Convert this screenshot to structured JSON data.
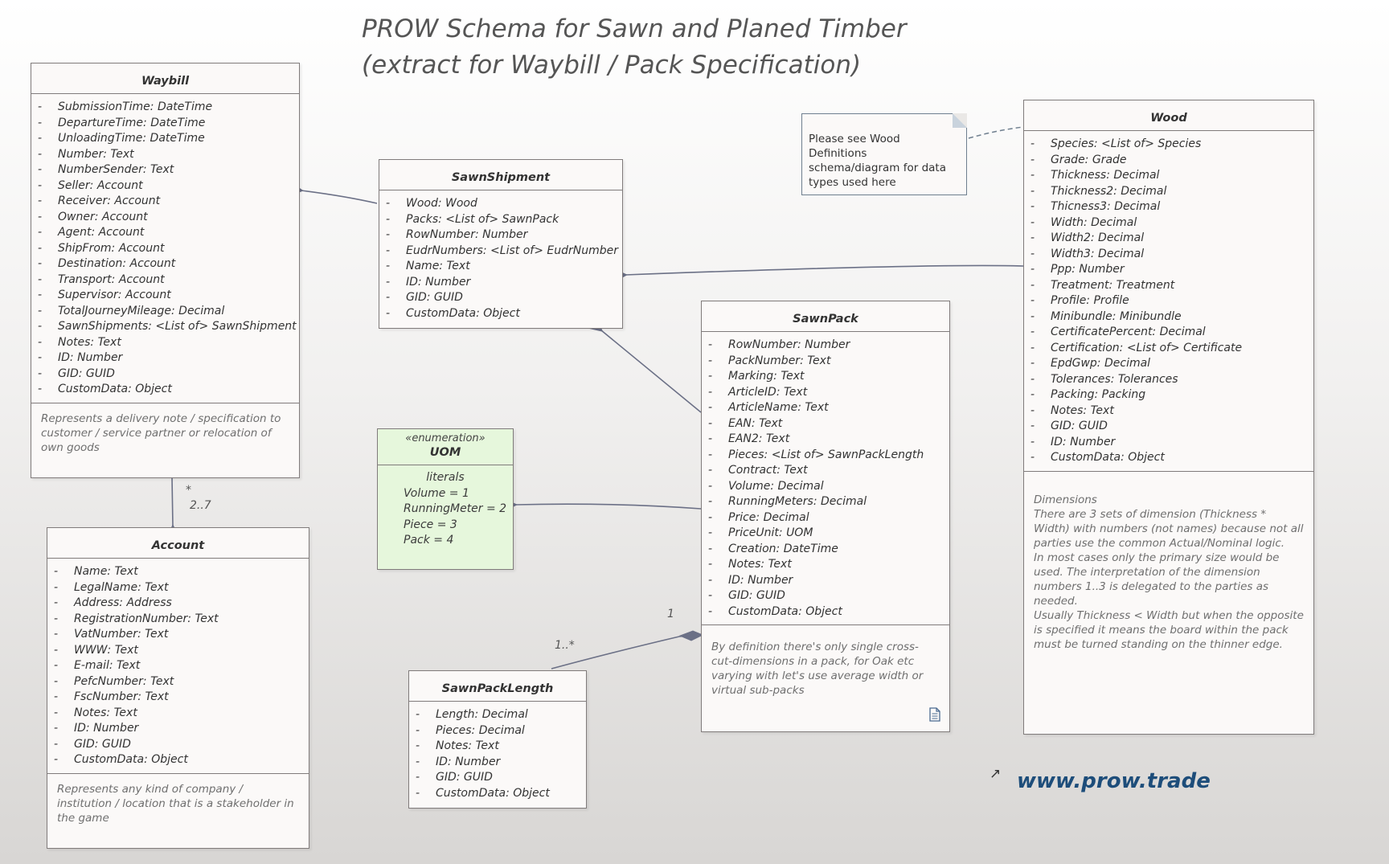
{
  "title": {
    "line1": "PROW Schema for Sawn and Planed Timber",
    "line2": "(extract for Waybill / Pack Specification)"
  },
  "waybill": {
    "name": "Waybill",
    "attributes": [
      "SubmissionTime: DateTime",
      "DepartureTime: DateTime",
      "UnloadingTime: DateTime",
      "Number: Text",
      "NumberSender: Text",
      "Seller: Account",
      "Receiver: Account",
      "Owner: Account",
      "Agent: Account",
      "ShipFrom: Account",
      "Destination: Account",
      "Transport: Account",
      "Supervisor: Account",
      "TotalJourneyMileage: Decimal",
      "SawnShipments: <List of> SawnShipment",
      "Notes: Text",
      "ID: Number",
      "GID: GUID",
      "CustomData: Object"
    ],
    "note": "Represents a delivery note / specification to customer / service partner or relocation of own goods"
  },
  "account": {
    "name": "Account",
    "attributes": [
      "Name: Text",
      "LegalName: Text",
      "Address: Address",
      "RegistrationNumber: Text",
      "VatNumber: Text",
      "WWW: Text",
      "E-mail: Text",
      "PefcNumber: Text",
      "FscNumber: Text",
      "Notes: Text",
      "ID: Number",
      "GID: GUID",
      "CustomData: Object"
    ],
    "note": "Represents any kind of company / institution / location that is a stakeholder in the game"
  },
  "sawnShipment": {
    "name": "SawnShipment",
    "attributes": [
      "Wood: Wood",
      "Packs: <List of> SawnPack",
      "RowNumber: Number",
      "EudrNumbers: <List of> EudrNumber",
      "Name: Text",
      "ID: Number",
      "GID: GUID",
      "CustomData: Object"
    ]
  },
  "uom": {
    "stereotype": "«enumeration»",
    "name": "UOM",
    "literals_header": "literals",
    "literals": [
      "Volume = 1",
      "RunningMeter = 2",
      "Piece = 3",
      "Pack = 4"
    ]
  },
  "sawnPack": {
    "name": "SawnPack",
    "attributes": [
      "RowNumber: Number",
      "PackNumber: Text",
      "Marking: Text",
      "ArticleID: Text",
      "ArticleName: Text",
      "EAN: Text",
      "EAN2: Text",
      "Pieces: <List of> SawnPackLength",
      "Contract: Text",
      "Volume: Decimal",
      "RunningMeters: Decimal",
      "Price: Decimal",
      "PriceUnit: UOM",
      "Creation: DateTime",
      "Notes: Text",
      "ID: Number",
      "GID: GUID",
      "CustomData: Object"
    ],
    "note": "By definition there's only single cross-cut-dimensions in a pack, for Oak etc varying with let's use average width or virtual sub-packs"
  },
  "sawnPackLength": {
    "name": "SawnPackLength",
    "attributes": [
      "Length: Decimal",
      "Pieces: Decimal",
      "Notes: Text",
      "ID: Number",
      "GID: GUID",
      "CustomData: Object"
    ]
  },
  "wood": {
    "name": "Wood",
    "attributes": [
      "Species: <List of> Species",
      "Grade: Grade",
      "Thickness: Decimal",
      "Thickness2: Decimal",
      "Thicness3: Decimal",
      "Width: Decimal",
      "Width2: Decimal",
      "Width3: Decimal",
      "Ppp: Number",
      "Treatment: Treatment",
      "Profile: Profile",
      "Minibundle: Minibundle",
      "CertificatePercent: Decimal",
      "Certification: <List of> Certificate",
      "EpdGwp: Decimal",
      "Tolerances: Tolerances",
      "Packing: Packing",
      "Notes: Text",
      "GID: GUID",
      "ID: Number",
      "CustomData: Object"
    ],
    "note": "Dimensions\nThere are 3 sets of dimension (Thickness * Width) with numbers (not names) because not all parties use the common Actual/Nominal logic.\nIn most cases only the primary size would be used. The interpretation of the dimension numbers 1..3 is delegated to the parties as needed.\nUsually Thickness < Width but when the opposite is specified it means the board within the pack must be turned standing on the thinner edge."
  },
  "woodNote": "Please see Wood Definitions schema/diagram for data types used here",
  "multiplicities": {
    "waybillAccountStar": "*",
    "waybillAccountRange": "2..7",
    "packLengthOne": "1",
    "packLengthMany": "1..*"
  },
  "link": "www.prow.trade",
  "colors": {
    "line": "#6b7086",
    "border": "#807b7b",
    "enumFill": "#e6f7dc",
    "link": "#1d4d7a"
  }
}
